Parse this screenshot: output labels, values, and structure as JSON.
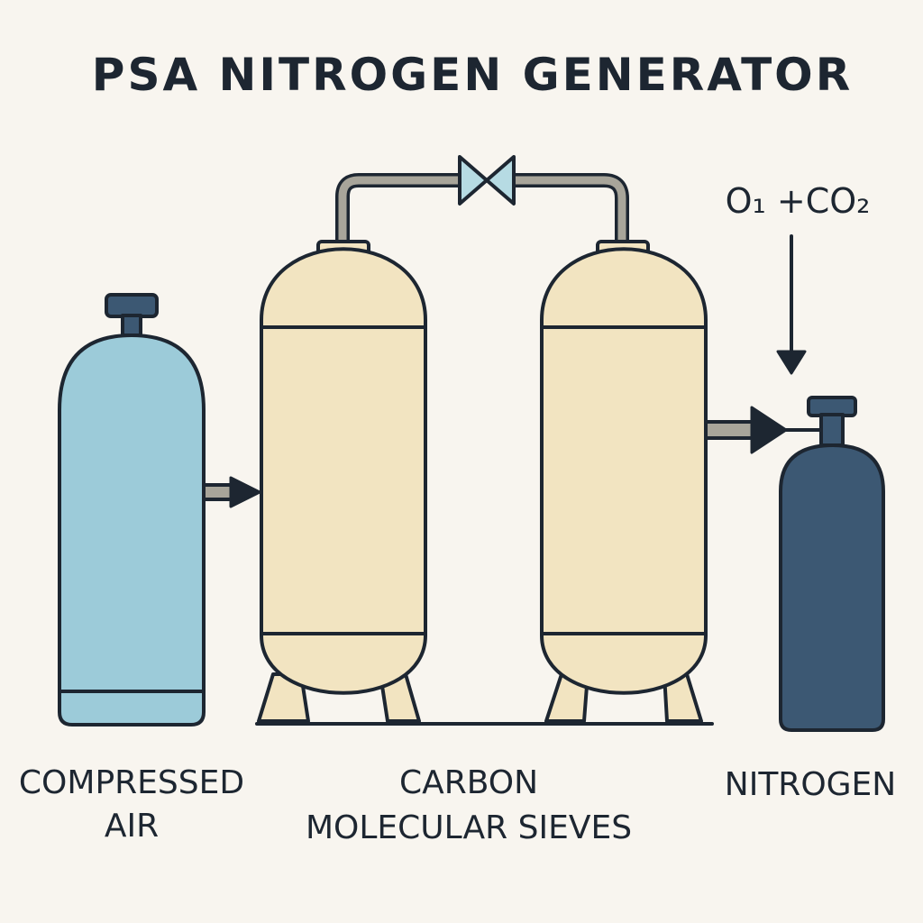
{
  "title": "PSA NITROGEN GENERATOR",
  "labels": {
    "compressed_air_line1": "COMPRESSED",
    "compressed_air_line2": "AIR",
    "sieves_line1": "CARBON",
    "sieves_line2": "MOLECULAR SIEVES",
    "nitrogen": "NITROGEN",
    "exhaust_gases": "O₁ +CO₂"
  },
  "colors": {
    "background": "#f8f5ef",
    "outline": "#1d2631",
    "air_cylinder": "#9ccbd9",
    "adsorber_tank": "#f2e4c1",
    "nitrogen_cylinder": "#3c5873",
    "valve": "#b6dbe3",
    "pipe": "#a8a59a"
  }
}
